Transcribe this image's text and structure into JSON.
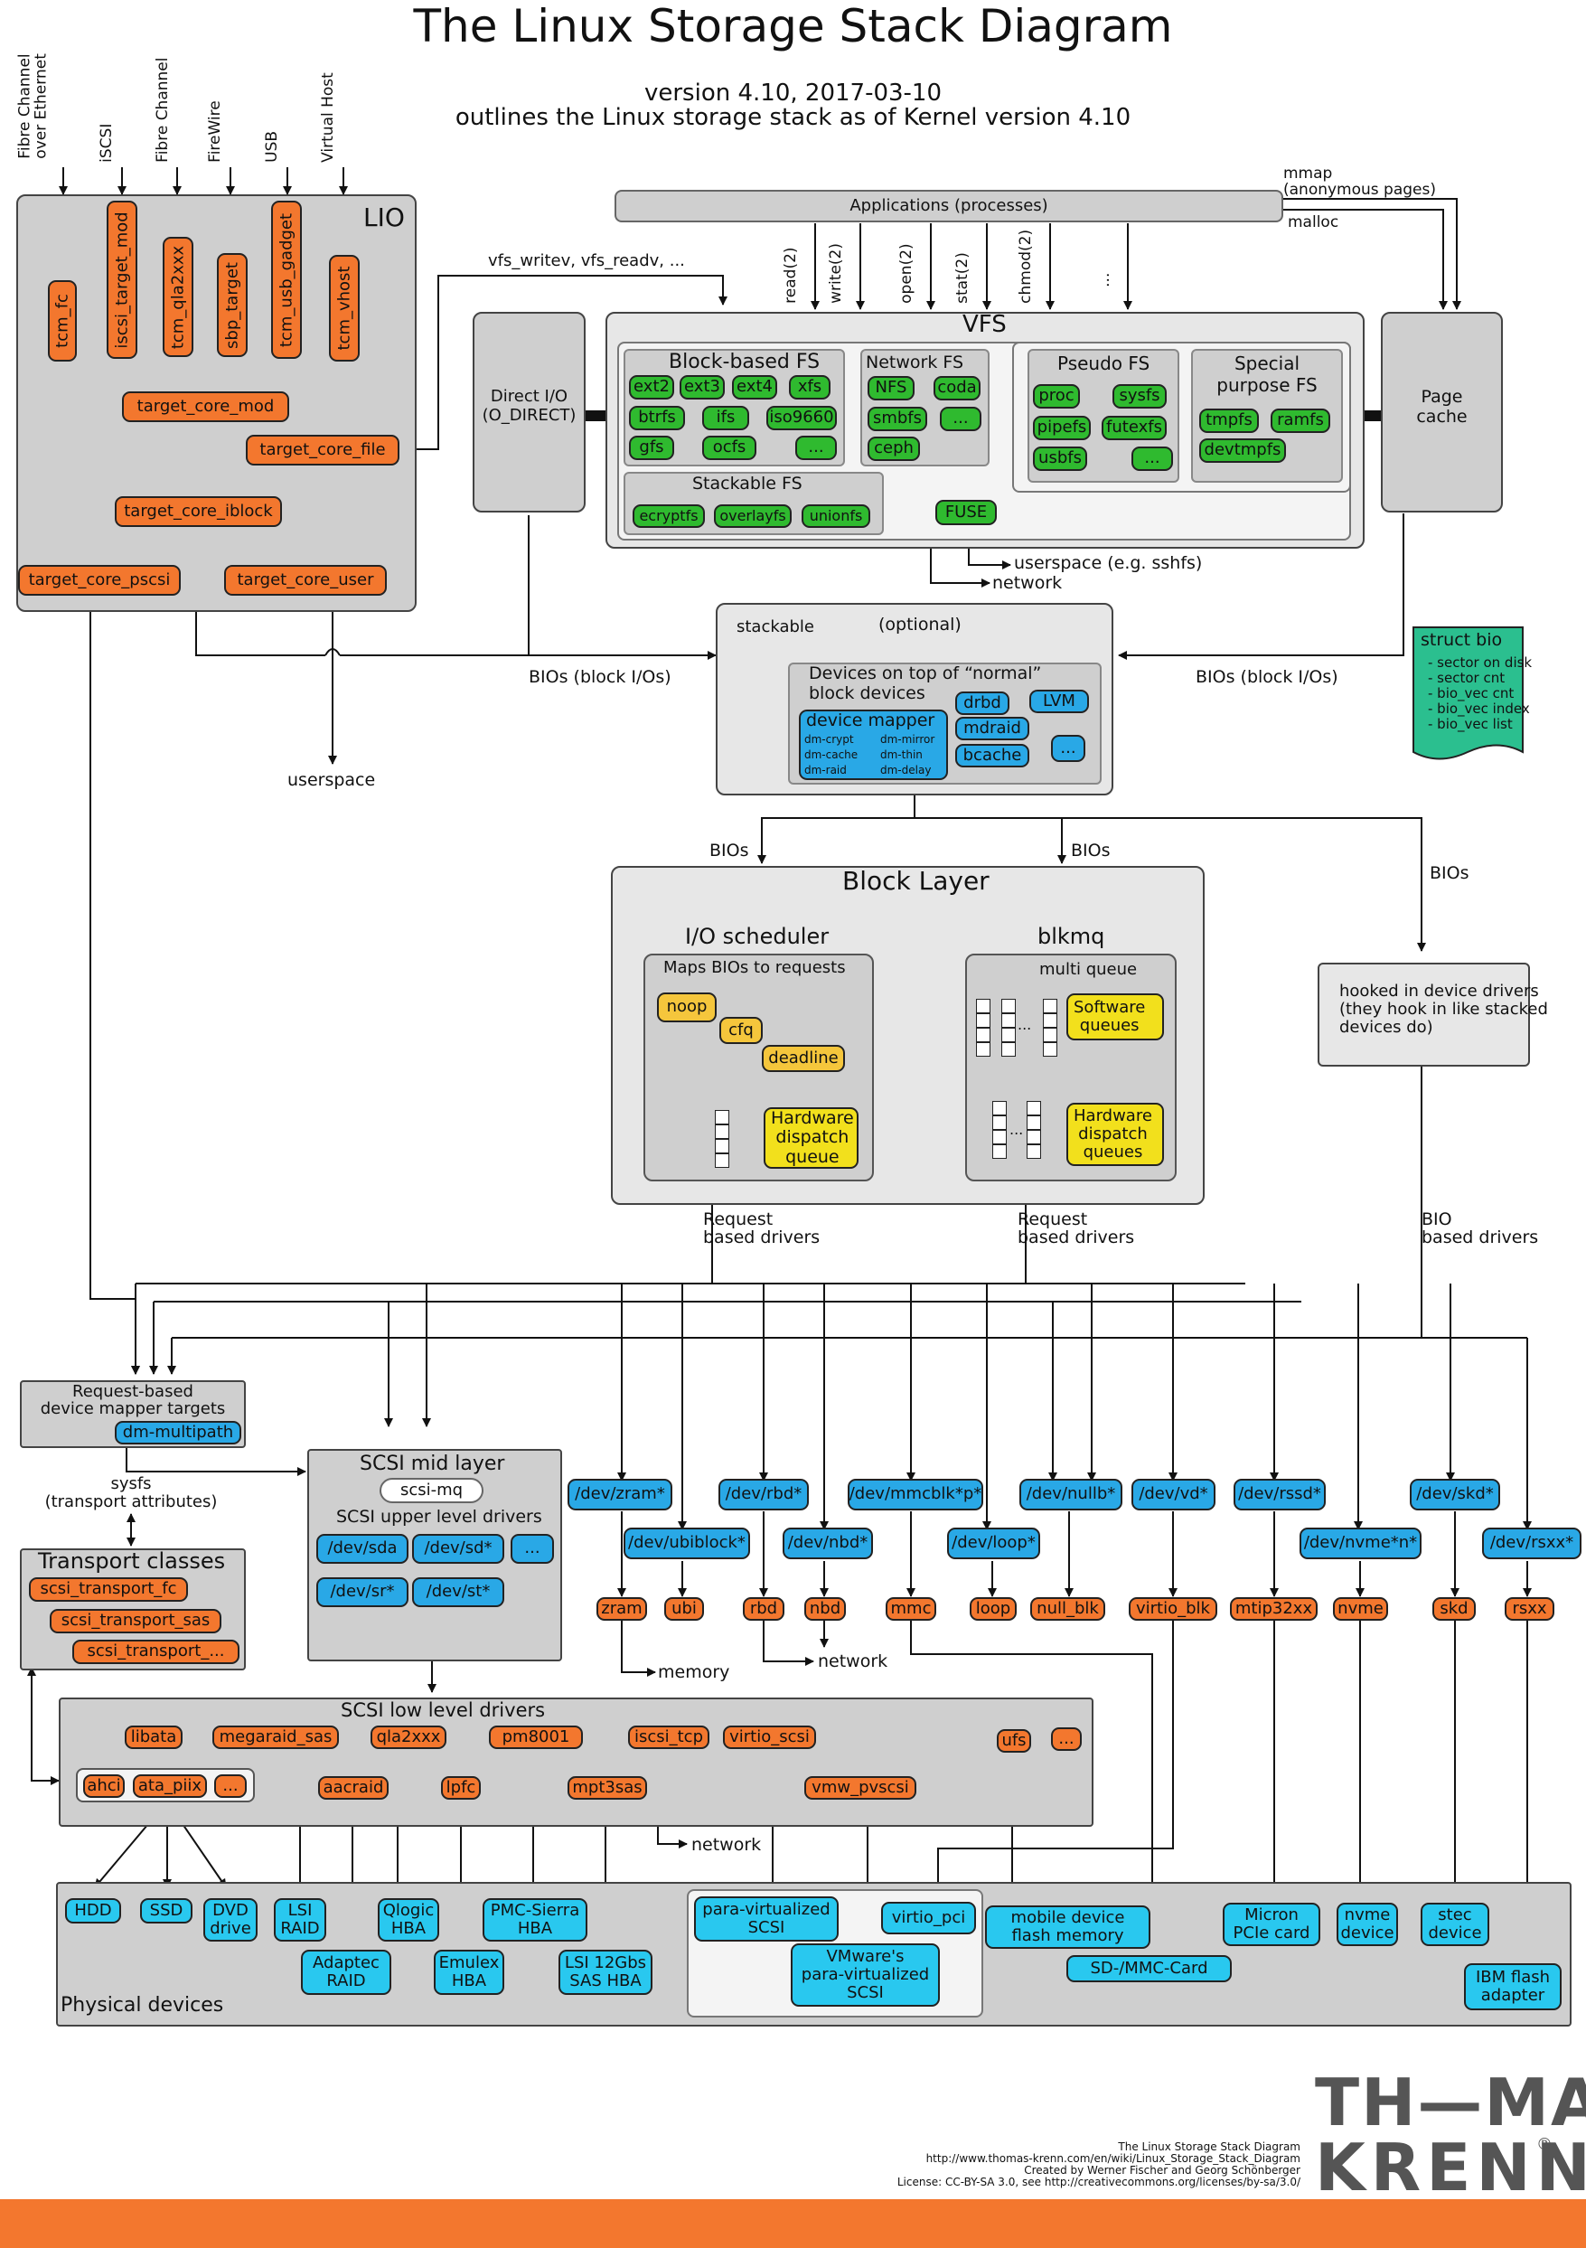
{
  "title": "The Linux Storage Stack Diagram",
  "version": "version 4.10, 2017-03-10",
  "outline": "outlines the Linux storage stack as of Kernel version 4.10",
  "inputs": [
    "Fibre Channel\nover Ethernet",
    "iSCSI",
    "Fibre Channel",
    "FireWire",
    "USB",
    "Virtual Host"
  ],
  "lio": {
    "title": "LIO",
    "fabric": [
      "tcm_fc",
      "iscsi_target_mod",
      "tcm_qla2xxx",
      "sbp_target",
      "tcm_usb_gadget",
      "tcm_vhost"
    ],
    "core": "target_core_mod",
    "file": "target_core_file",
    "iblock": "target_core_iblock",
    "pscsi": "target_core_pscsi",
    "user": "target_core_user"
  },
  "labels": {
    "vfs_writev": "vfs_writev, vfs_readv, ...",
    "mmap": "mmap\n(anonymous pages)",
    "malloc": "malloc",
    "syscalls": [
      "read(2)",
      "write(2)",
      "open(2)",
      "stat(2)",
      "chmod(2)",
      "..."
    ],
    "bios_left": "BIOs (block I/Os)",
    "bios_right": "BIOs (block I/Os)",
    "userspace": "userspace",
    "userspace_sshfs": "userspace (e.g. sshfs)",
    "network": "network",
    "bios": "BIOs",
    "request_based_1": "Request\nbased drivers",
    "request_based_2": "Request\nbased drivers",
    "bio_based": "BIO\nbased drivers",
    "sysfs": "sysfs\n(transport attributes)",
    "memory": "memory",
    "network2": "network",
    "network3": "network"
  },
  "applications": "Applications (processes)",
  "direct_io": "Direct I/O\n(O_DIRECT)",
  "page_cache": "Page\ncache",
  "vfs": {
    "title": "VFS",
    "block_fs_title": "Block-based FS",
    "block_fs": [
      "ext2",
      "ext3",
      "ext4",
      "xfs",
      "btrfs",
      "ifs",
      "iso9660",
      "gfs",
      "ocfs",
      "..."
    ],
    "network_fs_title": "Network FS",
    "network_fs": [
      "NFS",
      "coda",
      "smbfs",
      "...",
      "ceph"
    ],
    "pseudo_fs_title": "Pseudo FS",
    "pseudo_fs": [
      "proc",
      "sysfs",
      "pipefs",
      "futexfs",
      "usbfs",
      "..."
    ],
    "special_fs_title": "Special\npurpose FS",
    "special_fs": [
      "tmpfs",
      "ramfs",
      "devtmpfs"
    ],
    "stackable_title": "Stackable FS",
    "stackable": [
      "ecryptfs",
      "overlayfs",
      "unionfs"
    ],
    "fuse": "FUSE"
  },
  "optional": {
    "stackable": "stackable",
    "optional": "(optional)",
    "devices_title": "Devices on top of “normal”\nblock devices",
    "dm_title": "device mapper",
    "dm_targets": [
      "dm-crypt",
      "dm-mirror",
      "dm-cache",
      "dm-thin",
      "dm-raid",
      "dm-delay"
    ],
    "others": [
      "drbd",
      "LVM",
      "mdraid",
      "bcache",
      "..."
    ]
  },
  "struct_bio": {
    "title": "struct bio",
    "items": [
      "- sector on disk",
      "- sector cnt",
      "- bio_vec cnt",
      "- bio_vec index",
      "- bio_vec list"
    ]
  },
  "block_layer": {
    "title": "Block Layer",
    "ios_title": "I/O scheduler",
    "ios_sub": "Maps BIOs to requests",
    "schedulers": [
      "noop",
      "cfq",
      "deadline"
    ],
    "hw_queue": "Hardware\ndispatch\nqueue",
    "blkmq_title": "blkmq",
    "blkmq_sub": "multi queue",
    "sw_queues": "Software\nqueues",
    "hw_queues": "Hardware\ndispatch\nqueues",
    "dots": "..."
  },
  "hooked": "hooked in device drivers\n(they hook in like stacked\ndevices do)",
  "rq_dm": {
    "title": "Request-based\ndevice mapper targets",
    "item": "dm-multipath"
  },
  "scsi_mid": {
    "title": "SCSI mid layer",
    "mq": "scsi-mq",
    "upper": "SCSI upper level drivers",
    "devs": [
      "/dev/sda",
      "/dev/sd*",
      "...",
      "/dev/sr*",
      "/dev/st*"
    ]
  },
  "transport": {
    "title": "Transport classes",
    "items": [
      "scsi_transport_fc",
      "scsi_transport_sas",
      "scsi_transport_..."
    ]
  },
  "dev_nodes": [
    "/dev/zram*",
    "/dev/ubiblock*",
    "/dev/rbd*",
    "/dev/nbd*",
    "/dev/mmcblk*p*",
    "/dev/loop*",
    "/dev/nullb*",
    "/dev/vd*",
    "/dev/rssd*",
    "/dev/nvme*n*",
    "/dev/skd*",
    "/dev/rsxx*"
  ],
  "drivers": [
    "zram",
    "ubi",
    "rbd",
    "nbd",
    "mmc",
    "loop",
    "null_blk",
    "virtio_blk",
    "mtip32xx",
    "nvme",
    "skd",
    "rsxx"
  ],
  "scsi_low": {
    "title": "SCSI low level drivers",
    "items": [
      "libata",
      "megaraid_sas",
      "qla2xxx",
      "pm8001",
      "iscsi_tcp",
      "virtio_scsi",
      "ufs",
      "...",
      "aacraid",
      "lpfc",
      "mpt3sas",
      "vmw_pvscsi"
    ],
    "ata": [
      "ahci",
      "ata_piix",
      "..."
    ]
  },
  "physical": {
    "title": "Physical devices",
    "items": [
      "HDD",
      "SSD",
      "DVD\ndrive",
      "LSI\nRAID",
      "Qlogic\nHBA",
      "PMC-Sierra\nHBA",
      "Adaptec\nRAID",
      "Emulex\nHBA",
      "LSI 12Gbs\nSAS HBA",
      "para-virtualized\nSCSI",
      "virtio_pci",
      "VMware's\npara-virtualized\nSCSI",
      "mobile device\nflash memory",
      "SD-/MMC-Card",
      "Micron\nPCIe card",
      "nvme\ndevice",
      "stec\ndevice",
      "IBM flash\nadapter"
    ]
  },
  "footer": {
    "logo_top": "TH—MAS",
    "logo_bottom": "KRENN",
    "reg": "®",
    "lines": [
      "The Linux Storage Stack Diagram",
      "http://www.thomas-krenn.com/en/wiki/Linux_Storage_Stack_Diagram",
      "Created by Werner Fischer and Georg Schönberger",
      "License: CC-BY-SA 3.0, see http://creativecommons.org/licenses/by-sa/3.0/"
    ]
  },
  "colors": {
    "orange": "#f3772e",
    "green": "#2fba2f",
    "blue": "#29a8e6",
    "cyan": "#29c8ef",
    "yellow": "#f2e01c",
    "teal": "#2bbf8f",
    "gray": "#cfcfcf"
  }
}
